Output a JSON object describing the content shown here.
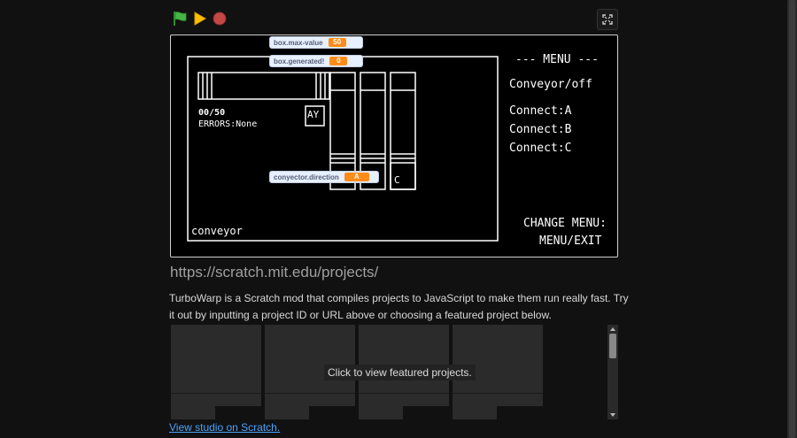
{
  "controls": {
    "green_flag_icon": "green-flag-icon",
    "run_icon": "play-icon",
    "stop_icon": "stop-icon",
    "fullscreen_icon": "fullscreen-icon",
    "colors": {
      "flag": "#45b545",
      "play": "#ffbf00",
      "stop": "#c44747"
    }
  },
  "stage": {
    "monitors": [
      {
        "label": "box.max-value",
        "value": "50"
      },
      {
        "label": "box.generated!",
        "value": "0"
      },
      {
        "label": "conyector.direction",
        "value": "A"
      }
    ],
    "counter": "00/50",
    "errors": "ERRORS:None",
    "label_ay": "AY",
    "label_c": "C",
    "label_conveyor": "conveyor",
    "menu": {
      "title": "--- MENU ---",
      "items": [
        "Conveyor/off",
        "Connect:A",
        "Connect:B",
        "Connect:C"
      ],
      "change_1": "CHANGE MENU:",
      "change_2": "MENU/EXIT"
    }
  },
  "url_text": "https://scratch.mit.edu/projects/",
  "description": "TurboWarp is a Scratch mod that compiles projects to JavaScript to make them run really fast. Try it out by inputting a project ID or URL above or choosing a featured project below.",
  "featured": {
    "tooltip": "Click to view featured projects."
  },
  "studio_link": "View studio on Scratch."
}
